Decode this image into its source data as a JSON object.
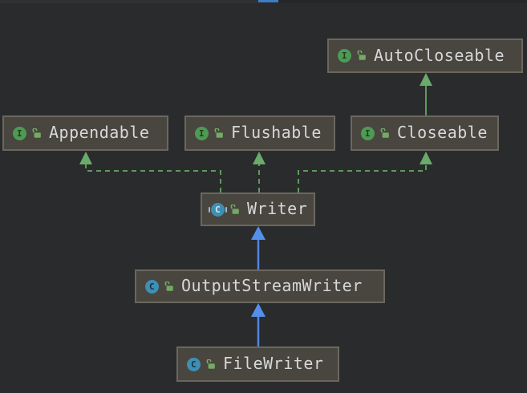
{
  "diagram": {
    "title": "UML class diagram of Java Writer hierarchy",
    "nodes": [
      {
        "id": "autocloseable",
        "label": "AutoCloseable",
        "kind": "interface",
        "icon_letter": "I"
      },
      {
        "id": "appendable",
        "label": "Appendable",
        "kind": "interface",
        "icon_letter": "I"
      },
      {
        "id": "flushable",
        "label": "Flushable",
        "kind": "interface",
        "icon_letter": "I"
      },
      {
        "id": "closeable",
        "label": "Closeable",
        "kind": "interface",
        "icon_letter": "I"
      },
      {
        "id": "writer",
        "label": "Writer",
        "kind": "abstract-class",
        "icon_letter": "C"
      },
      {
        "id": "outputstreamwriter",
        "label": "OutputStreamWriter",
        "kind": "class",
        "icon_letter": "C"
      },
      {
        "id": "filewriter",
        "label": "FileWriter",
        "kind": "class",
        "icon_letter": "C"
      }
    ],
    "edges": [
      {
        "from": "Writer",
        "to": "Appendable",
        "relation": "implements",
        "style": "dashed",
        "color": "green"
      },
      {
        "from": "Writer",
        "to": "Flushable",
        "relation": "implements",
        "style": "dashed",
        "color": "green"
      },
      {
        "from": "Writer",
        "to": "Closeable",
        "relation": "implements",
        "style": "dashed",
        "color": "green"
      },
      {
        "from": "Closeable",
        "to": "AutoCloseable",
        "relation": "extends",
        "style": "solid",
        "color": "green"
      },
      {
        "from": "OutputStreamWriter",
        "to": "Writer",
        "relation": "extends",
        "style": "solid",
        "color": "blue"
      },
      {
        "from": "FileWriter",
        "to": "OutputStreamWriter",
        "relation": "extends",
        "style": "solid",
        "color": "blue"
      }
    ],
    "colors": {
      "bg": "#2a2b2d",
      "node_bg": "#49453f",
      "node_border": "#6b675f",
      "node_text": "#d6d8da",
      "iface_green": "#4d9b53",
      "class_teal": "#3f8fb4",
      "lock_green": "#74aa64",
      "edge_green": "#5f9a5f",
      "arrow_green": "#69ab69",
      "edge_blue": "#4f87e0",
      "arrow_blue": "#5490ea"
    }
  }
}
